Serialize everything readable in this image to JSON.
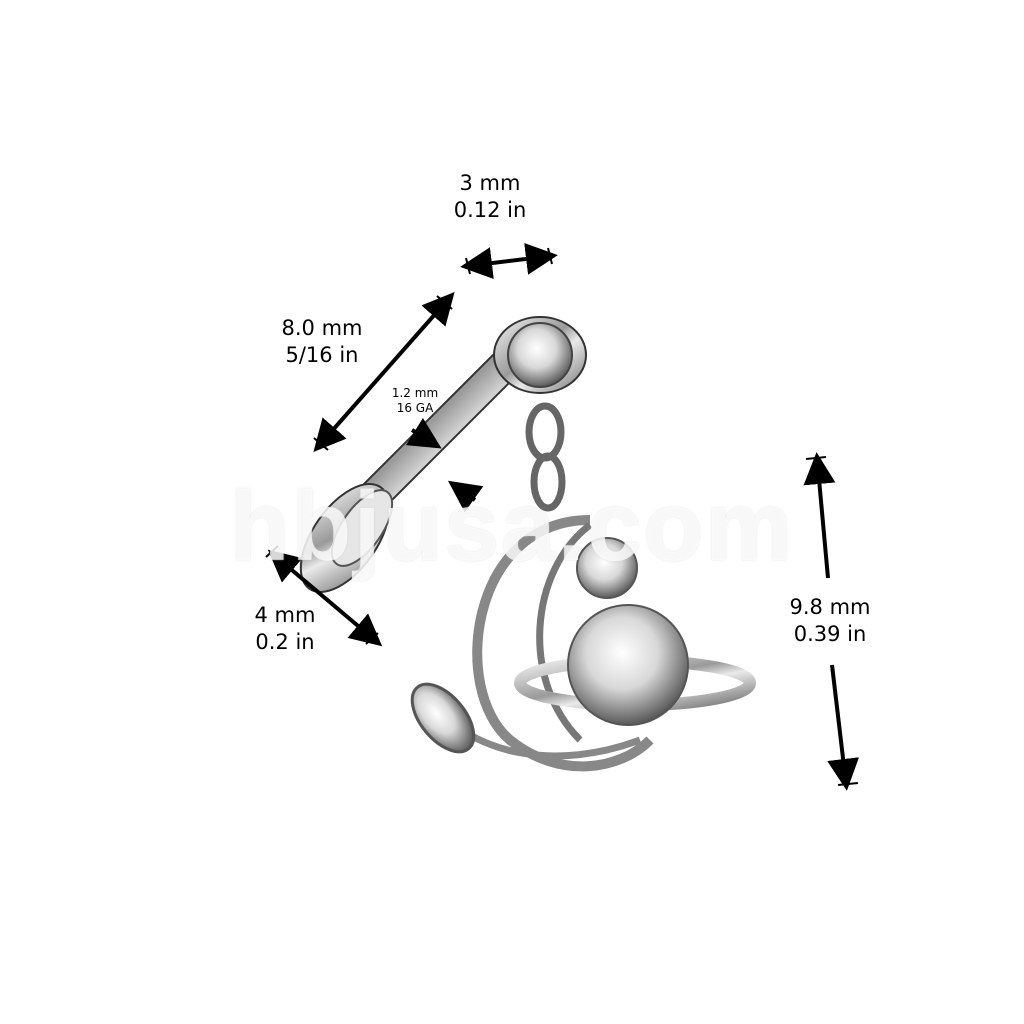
{
  "dimensions": {
    "top_width": {
      "mm": "3 mm",
      "in": "0.12 in"
    },
    "bar_length": {
      "mm": "8.0 mm",
      "in": "5/16 in"
    },
    "gauge": {
      "mm": "1.2 mm",
      "ga": "16 GA"
    },
    "disc_diameter": {
      "mm": "4 mm",
      "in": "0.2 in"
    },
    "charm_height": {
      "mm": "9.8 mm",
      "in": "0.39 in"
    }
  },
  "watermark": "hbjusa.com"
}
